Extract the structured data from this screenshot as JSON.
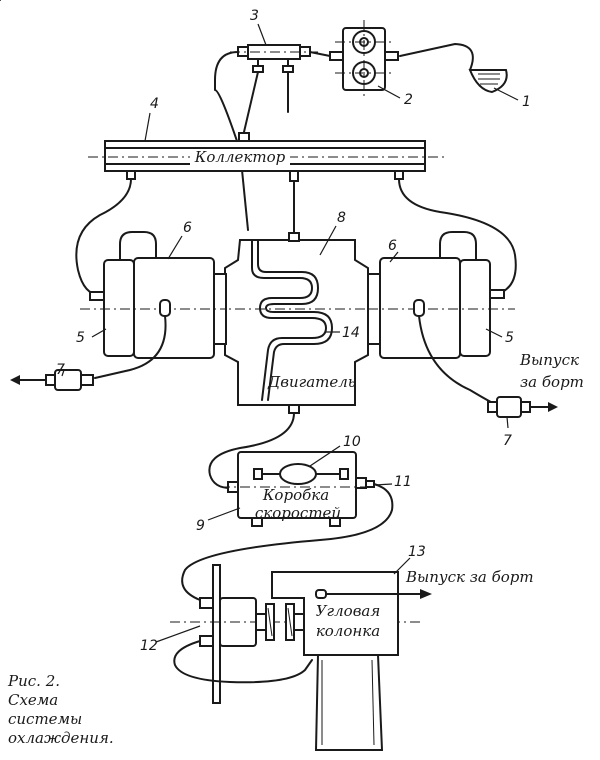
{
  "labels": {
    "collector": "Коллектор",
    "engine": "Двигатель",
    "gearbox_line1": "Коробка",
    "gearbox_line2": "скоростей",
    "angle_col_line1": "Угловая",
    "angle_col_line2": "колонка",
    "outlet_right_line1": "Выпуск",
    "outlet_right_line2": "за борт",
    "outlet_bottom": "Выпуск за борт"
  },
  "numbers": {
    "n1": "1",
    "n2": "2",
    "n3": "3",
    "n4": "4",
    "n5_left": "5",
    "n5_right": "5",
    "n6_left": "6",
    "n6_right": "6",
    "n7_left": "7",
    "n7_right": "7",
    "n8": "8",
    "n9": "9",
    "n10": "10",
    "n11": "11",
    "n12": "12",
    "n13": "13",
    "n14": "14"
  },
  "caption": {
    "line1": "Рис. 2.",
    "line2": "Схема",
    "line3": "системы",
    "line4": "охлаждения."
  }
}
